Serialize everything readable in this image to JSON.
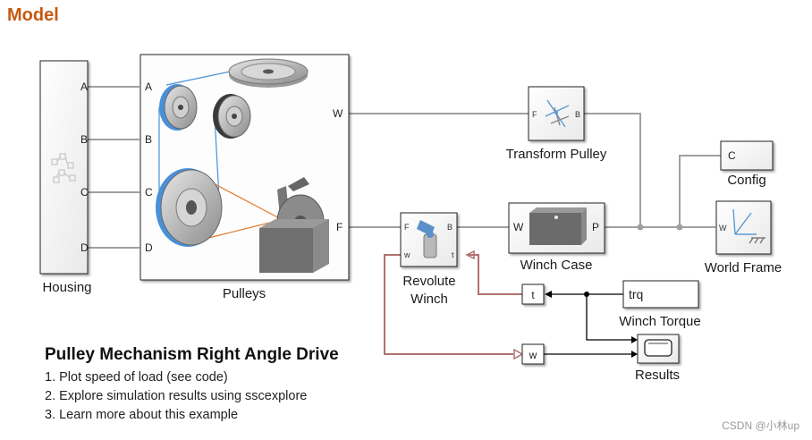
{
  "heading": "Model",
  "blocks": {
    "housing": {
      "label": "Housing",
      "ports": [
        "A",
        "B",
        "C",
        "D"
      ]
    },
    "pulleys": {
      "label": "Pulleys",
      "ports_left": [
        "A",
        "B",
        "C",
        "D"
      ],
      "port_w": "W",
      "port_f": "F"
    },
    "transform_pulley": {
      "label": "Transform Pulley",
      "port_in": "F",
      "port_out": "B"
    },
    "config": {
      "label": "Config",
      "text": "C"
    },
    "revolute_winch": {
      "label_line1": "Revolute",
      "label_line2": "Winch",
      "port_f": "F",
      "port_b": "B",
      "port_w": "w",
      "port_t": "t"
    },
    "winch_case": {
      "label": "Winch Case",
      "port_in": "W",
      "port_out": "P"
    },
    "world_frame": {
      "label": "World Frame",
      "port": "W"
    },
    "goto_t": {
      "text": "t"
    },
    "goto_w": {
      "text": "w"
    },
    "winch_torque": {
      "label": "Winch Torque",
      "text": "trq"
    },
    "results": {
      "label": "Results"
    }
  },
  "notes": {
    "title": "Pulley Mechanism Right Angle Drive",
    "items": [
      "1. Plot speed of load (see code)",
      "2. Explore simulation results using sscexplore",
      "3. Learn more about this example"
    ]
  },
  "colors": {
    "heading": "#c55a11",
    "connection": "#a0a0a0",
    "signal": "#000000",
    "physical_signal": "#b07070",
    "belt_blue": "#4a90d9",
    "belt_orange": "#e07a2e"
  },
  "watermark": "CSDN @小林up"
}
